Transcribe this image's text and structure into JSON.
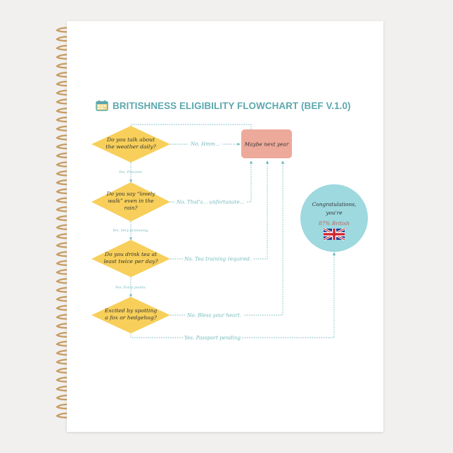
{
  "title": "BRITISHNESS ELIGIBILITY FLOWCHART (BEF V.1.0)",
  "questions": [
    {
      "line1": "Do you talk about",
      "line2": "the weather daily?",
      "line3": ""
    },
    {
      "line1": "Do you say “lovely",
      "line2": "walk” even in the",
      "line3": "rain?"
    },
    {
      "line1": "Do you drink tea at",
      "line2": "least twice per day?",
      "line3": ""
    },
    {
      "line1": "Excited by spotting",
      "line2": "a fox or hedgehog?",
      "line3": ""
    }
  ],
  "no_labels": [
    "No. Hmm...",
    "No. That's... unfortunate...",
    "No. Tea training required.",
    "No. Bless your heart."
  ],
  "yes_labels": [
    "Yes. Proceed.",
    "Yes. Very promising.",
    "Yes. Extra points.",
    "Yes. Passport pending."
  ],
  "outcome_box": "Maybe next year",
  "result": {
    "line1": "Congratulations,",
    "line2": "you're",
    "line3": "87% British"
  },
  "colors": {
    "accent": "#5ba8ae",
    "diamond": "#f7cf5a",
    "box": "#eda99a",
    "circle": "#9dd9df",
    "connector": "#74b9bd",
    "spiral": "#c89c63"
  },
  "icons": [
    "calendar-icon",
    "uk-flag-icon"
  ]
}
